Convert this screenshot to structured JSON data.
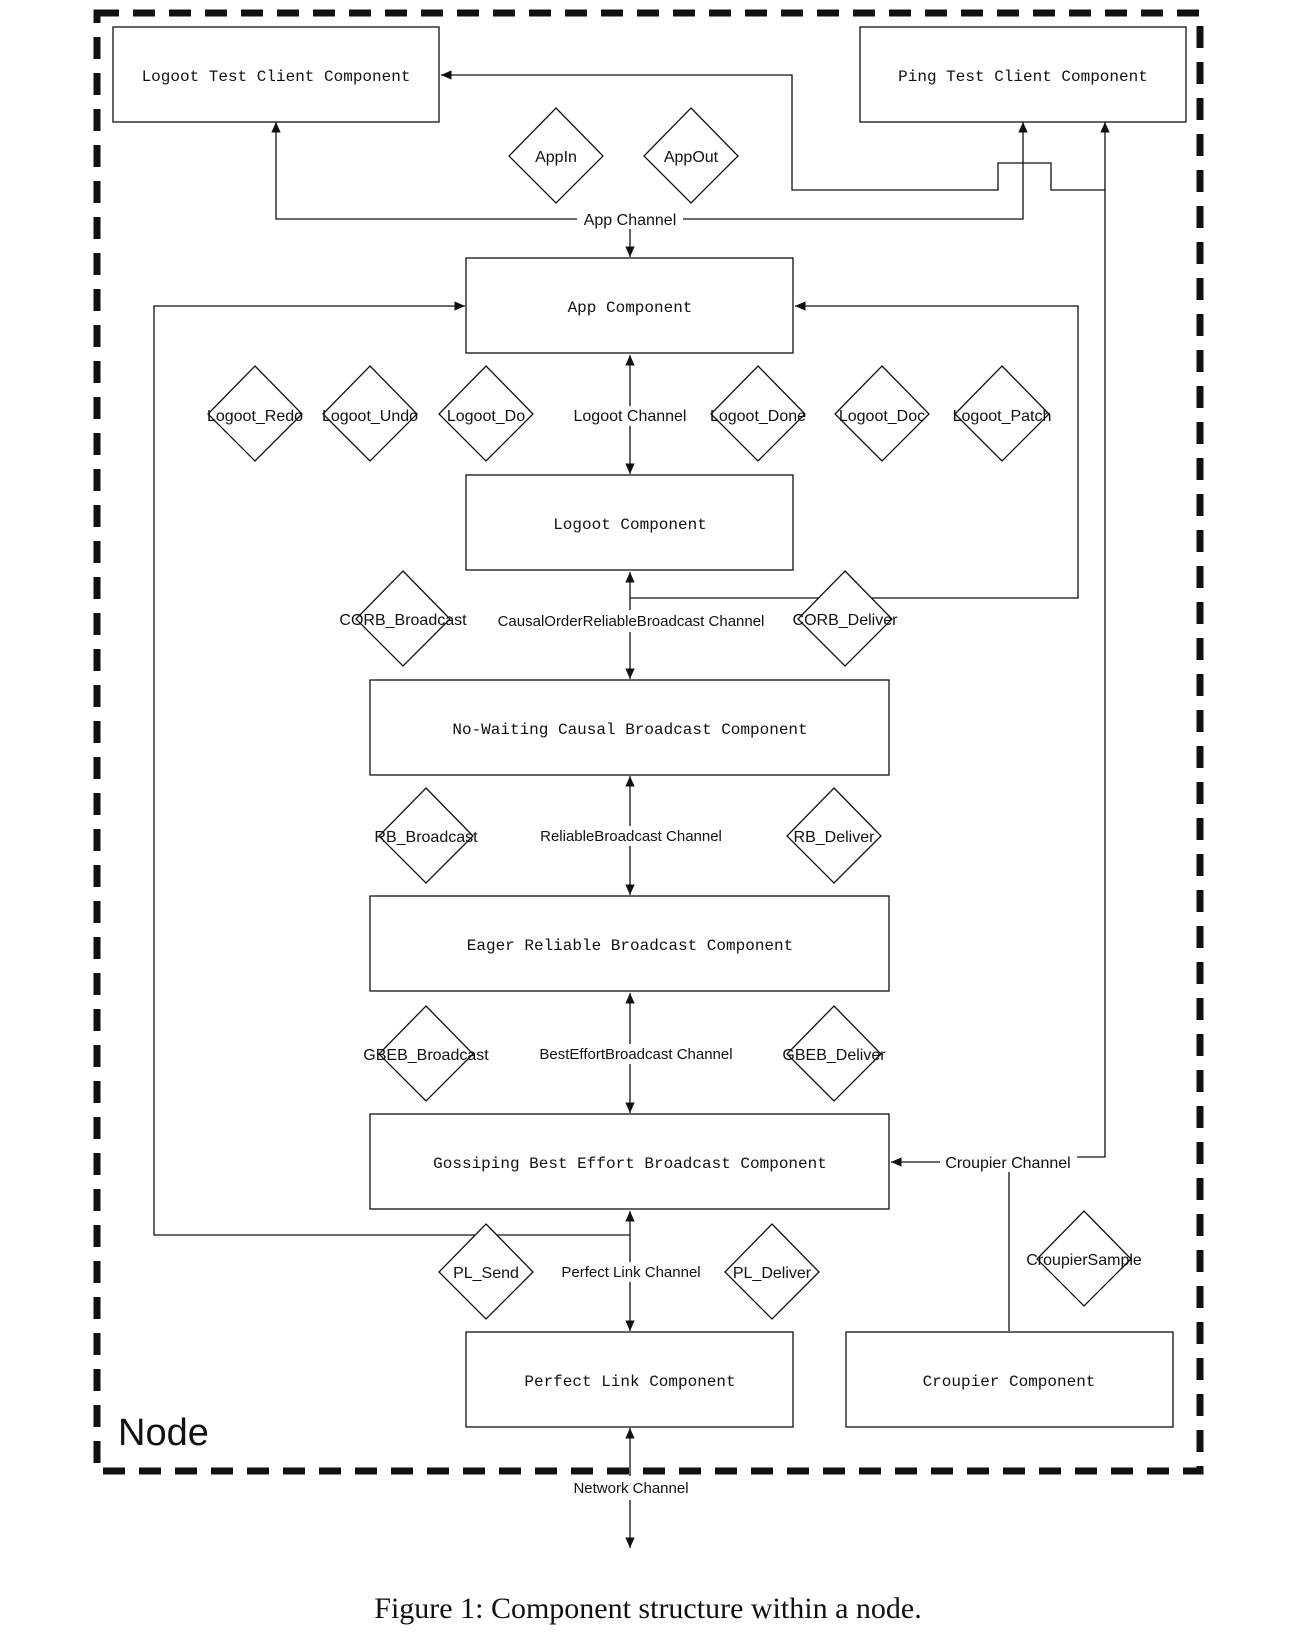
{
  "node_label": "Node",
  "caption": "Figure 1: Component structure within a node.",
  "components": {
    "logoot_test_client": "Logoot Test Client Component",
    "ping_test_client": "Ping Test Client Component",
    "app": "App Component",
    "logoot": "Logoot Component",
    "nowaiting_causal": "No-Waiting Causal Broadcast Component",
    "eager_reliable": "Eager Reliable Broadcast Component",
    "gossiping_beb": "Gossiping Best Effort Broadcast Component",
    "perfect_link": "Perfect Link Component",
    "croupier": "Croupier Component"
  },
  "channels": {
    "app": "App Channel",
    "logoot": "Logoot Channel",
    "corb": "CausalOrderReliableBroadcast Channel",
    "rb": "ReliableBroadcast Channel",
    "beb": "BestEffortBroadcast Channel",
    "perfect_link": "Perfect Link Channel",
    "network": "Network Channel",
    "croupier": "Croupier Channel"
  },
  "events": {
    "app_in": "AppIn",
    "app_out": "AppOut",
    "logoot_redo": "Logoot_Redo",
    "logoot_undo": "Logoot_Undo",
    "logoot_do": "Logoot_Do",
    "logoot_done": "Logoot_Done",
    "logoot_doc": "Logoot_Doc",
    "logoot_patch": "Logoot_Patch",
    "corb_broadcast": "CORB_Broadcast",
    "corb_deliver": "CORB_Deliver",
    "rb_broadcast": "RB_Broadcast",
    "rb_deliver": "RB_Deliver",
    "gbeb_broadcast": "GBEB_Broadcast",
    "gbeb_deliver": "GBEB_Deliver",
    "pl_send": "PL_Send",
    "pl_deliver": "PL_Deliver",
    "croupier_sample": "CroupierSample"
  }
}
